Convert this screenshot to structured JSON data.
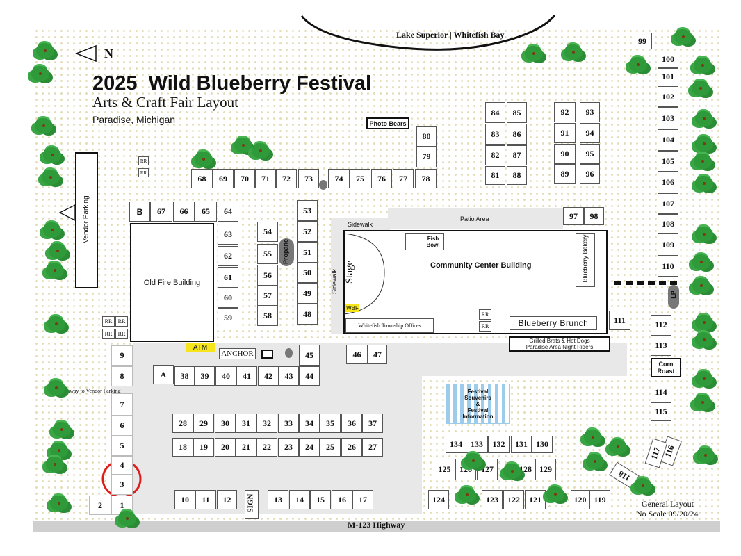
{
  "header": {
    "title": "2025  Wild Blueberry Festival",
    "subtitle": "Arts & Craft Fair Layout",
    "location": "Paradise, Michigan",
    "north_label": "N",
    "lake_label": "Lake Superior | Whitefish Bay",
    "highway_label": "M-123 Highway",
    "footer_line1": "General Layout",
    "footer_line2": "No Scale 09/20/24"
  },
  "labels": {
    "vendor_parking": "Vendor Parking",
    "pathway": "Pathway to Vendor Parking",
    "old_fire_building": "Old Fire Building",
    "community_center": "Community Center Building",
    "patio_area": "Patio Area",
    "sidewalk_top": "Sidewalk",
    "sidewalk_side": "Sidewalk",
    "stage": "Stage",
    "fish_bowl": "Fish Bowl",
    "blueberry_bakery": "Blueberry Bakery",
    "blueberry_brunch": "Blueberry Brunch",
    "township_offices": "Whitefish Township Offices",
    "wbf": "WBF",
    "grilled_line1": "Grilled Brats & Hot Dogs",
    "grilled_line2": "Paradise Area Night Riders",
    "photo_bears": "Photo Bears",
    "atm": "ATM",
    "anchor": "ANCHOR",
    "propane": "Propane",
    "lp": "LP",
    "sign": "SIGN",
    "corn_roast": "Corn Roast",
    "souvenirs_line1": "Festival",
    "souvenirs_line2": "Souvenirs",
    "souvenirs_line3": "&",
    "souvenirs_line4": "Festival",
    "souvenirs_line5": "Information",
    "rr": "RR",
    "b": "B",
    "a": "A"
  },
  "booths": [
    "1",
    "2",
    "3",
    "4",
    "5",
    "6",
    "7",
    "8",
    "9",
    "10",
    "11",
    "12",
    "13",
    "14",
    "15",
    "16",
    "17",
    "18",
    "19",
    "20",
    "21",
    "22",
    "23",
    "24",
    "25",
    "26",
    "27",
    "28",
    "29",
    "30",
    "31",
    "32",
    "33",
    "34",
    "35",
    "36",
    "37",
    "38",
    "39",
    "40",
    "41",
    "42",
    "43",
    "44",
    "45",
    "46",
    "47",
    "48",
    "49",
    "50",
    "51",
    "52",
    "53",
    "54",
    "55",
    "56",
    "57",
    "58",
    "59",
    "60",
    "61",
    "62",
    "63",
    "64",
    "65",
    "66",
    "67",
    "68",
    "69",
    "70",
    "71",
    "72",
    "73",
    "74",
    "75",
    "76",
    "77",
    "78",
    "79",
    "80",
    "81",
    "82",
    "83",
    "84",
    "85",
    "86",
    "87",
    "88",
    "89",
    "90",
    "91",
    "92",
    "93",
    "94",
    "95",
    "96",
    "97",
    "98",
    "99",
    "100",
    "101",
    "102",
    "103",
    "104",
    "105",
    "106",
    "107",
    "108",
    "109",
    "110",
    "111",
    "112",
    "113",
    "114",
    "115",
    "116",
    "117",
    "118",
    "119",
    "120",
    "121",
    "122",
    "123",
    "124",
    "125",
    "126",
    "127",
    "128",
    "129",
    "130",
    "131",
    "132",
    "133",
    "134"
  ],
  "highlight": {
    "booths": [
      "3",
      "4"
    ],
    "color": "#e01b1b"
  },
  "colors": {
    "trees": "#2f9a3a",
    "souvenir_stripes": "#9ccbec",
    "atm": "#f5e51a",
    "paved": "#e8e8e8"
  }
}
